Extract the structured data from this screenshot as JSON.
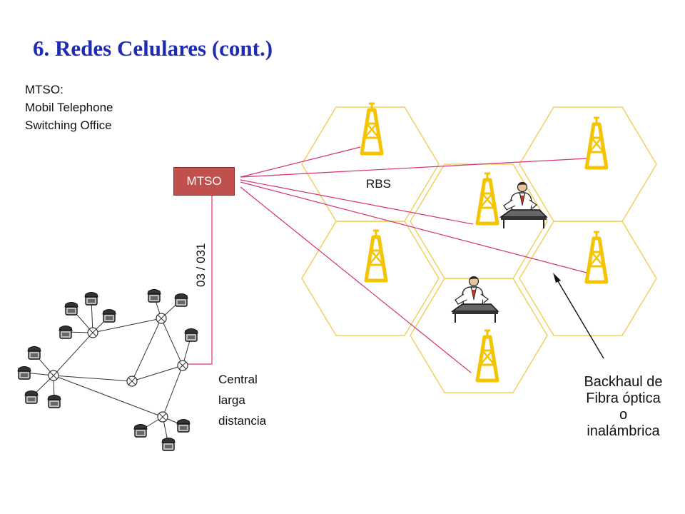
{
  "title": "6. Redes Celulares (cont.)",
  "definition": {
    "line1": "MTSO:",
    "line2": "Mobil Telephone",
    "line3": "Switching Office"
  },
  "mtso_label": "MTSO",
  "rbs_label": "RBS",
  "trunk_label": "03 / 031",
  "central": {
    "line1": "Central",
    "line2": "larga",
    "line3": "distancia"
  },
  "backhaul": {
    "line1": "Backhaul de",
    "line2": "Fibra óptica",
    "line3": "o",
    "line4": "inalámbrica"
  },
  "colors": {
    "title": "#1f2bb0",
    "mtso_box": "#c0504d",
    "cell_outline": "#f0d060",
    "tower": "#f5c400",
    "link_line": "#d6337a"
  }
}
